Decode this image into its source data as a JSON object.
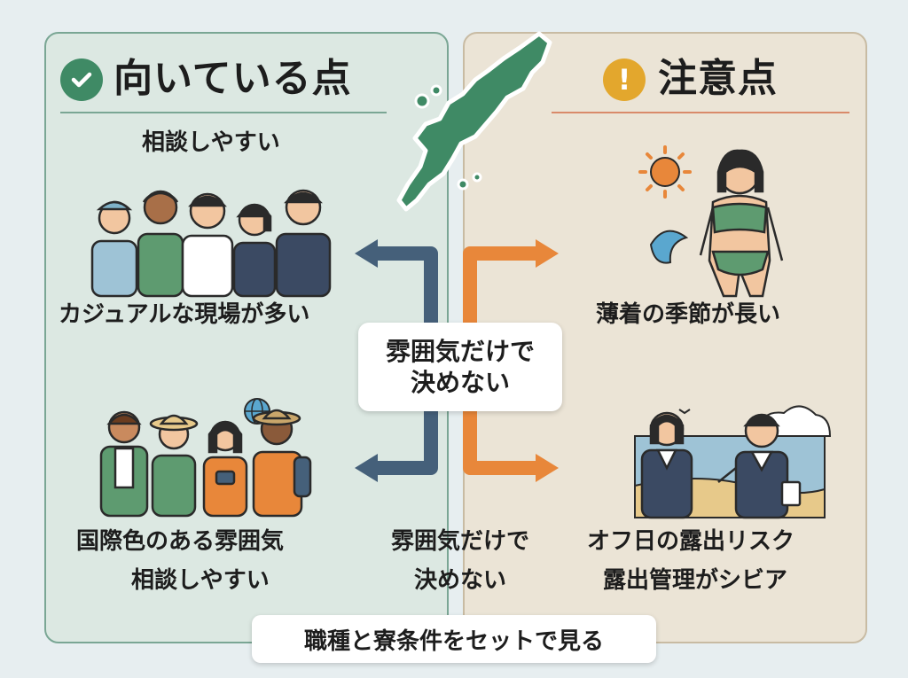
{
  "left": {
    "heading": "向いている点",
    "subheading": "相談しやすい",
    "caption_top": "カジュアルな現場が多い",
    "caption_bottom_1": "国際色のある雰囲気",
    "caption_bottom_2": "相談しやすい"
  },
  "right": {
    "heading": "注意点",
    "caption_top": "薄着の季節が長い",
    "caption_bottom_1": "オフ日の露出リスク",
    "caption_bottom_2": "露出管理がシビア"
  },
  "center": {
    "callout_line1": "雰囲気だけで",
    "callout_line2": "決めない",
    "repeat_line1": "雰囲気だけで",
    "repeat_line2": "決めない"
  },
  "footer": {
    "label": "職種と寮条件をセットで見る"
  },
  "colors": {
    "good_green": "#3f8a65",
    "warning_yellow": "#e3a72d",
    "arrow_blue": "#45607a",
    "arrow_orange": "#e8873a",
    "island_green": "#3f8a65"
  },
  "icons": {
    "good": "check-circle-icon",
    "caution": "exclamation-circle-icon",
    "globe": "globe-icon",
    "sun": "sun-icon"
  }
}
